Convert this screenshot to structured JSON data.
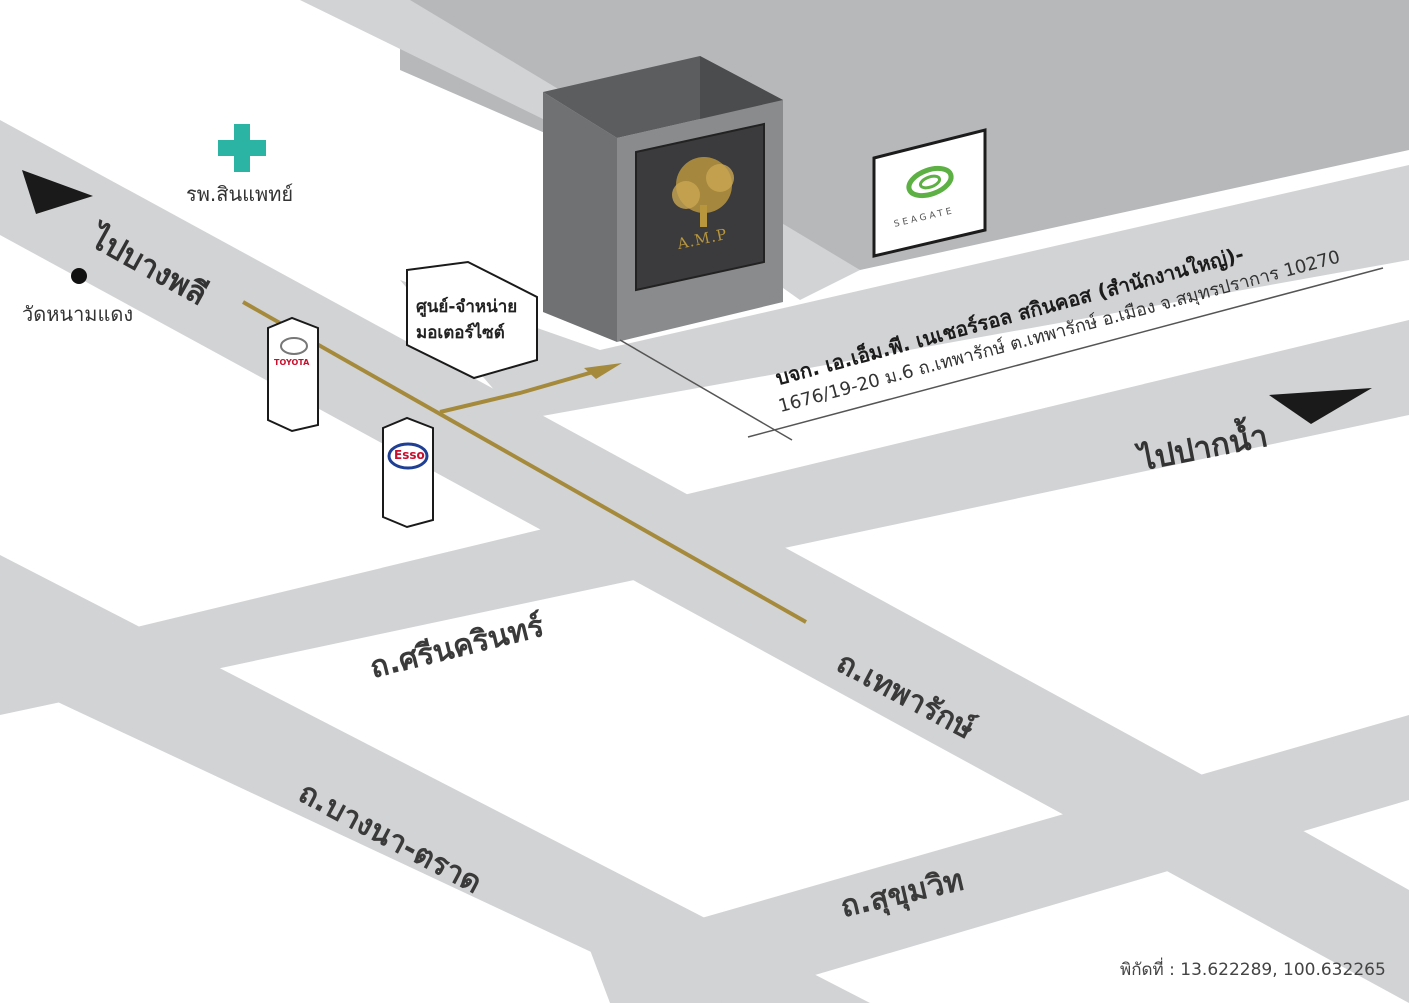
{
  "map": {
    "directions": {
      "bang_phli": "ไปบางพลี",
      "pak_nam": "ไปปากน้ำ"
    },
    "landmarks": {
      "hospital": "รพ.สินแพทย์",
      "temple": "วัดหนามแดง",
      "motorcycle_center_line1": "ศูนย์-จำหน่าย",
      "motorcycle_center_line2": "มอเตอร์ไซต์",
      "toyota": "TOYOTA",
      "esso": "Esso",
      "seagate": "SEAGATE",
      "amp_logo": "A.M.P"
    },
    "roads": {
      "srinakarin": "ถ.ศรีนครินทร์",
      "theparak": "ถ.เทพารักษ์",
      "bangna_trat": "ถ.บางนา-ตราด",
      "sukhumvit": "ถ.สุขุมวิท"
    },
    "company": {
      "name": "บจก. เอ.เอ็ม.พี. เนเชอร์รอล สกินคอส (สำนักงานใหญ่)-",
      "address": "1676/19-20 ม.6 ถ.เทพารักษ์ ต.เทพารักษ์ อ.เมือง จ.สมุทรปราการ 10270"
    },
    "coordinates": "พิกัดที่ : 13.622289, 100.632265",
    "colors": {
      "road": "#d2d3d5",
      "block_dark": "#b5b6b8",
      "building": "#6b6c6e",
      "route": "#a58a3c",
      "hospital_cross": "#2bb3a3",
      "toyota_red": "#c8102e",
      "esso_blue": "#1f3f94",
      "seagate_green": "#5db043"
    }
  }
}
